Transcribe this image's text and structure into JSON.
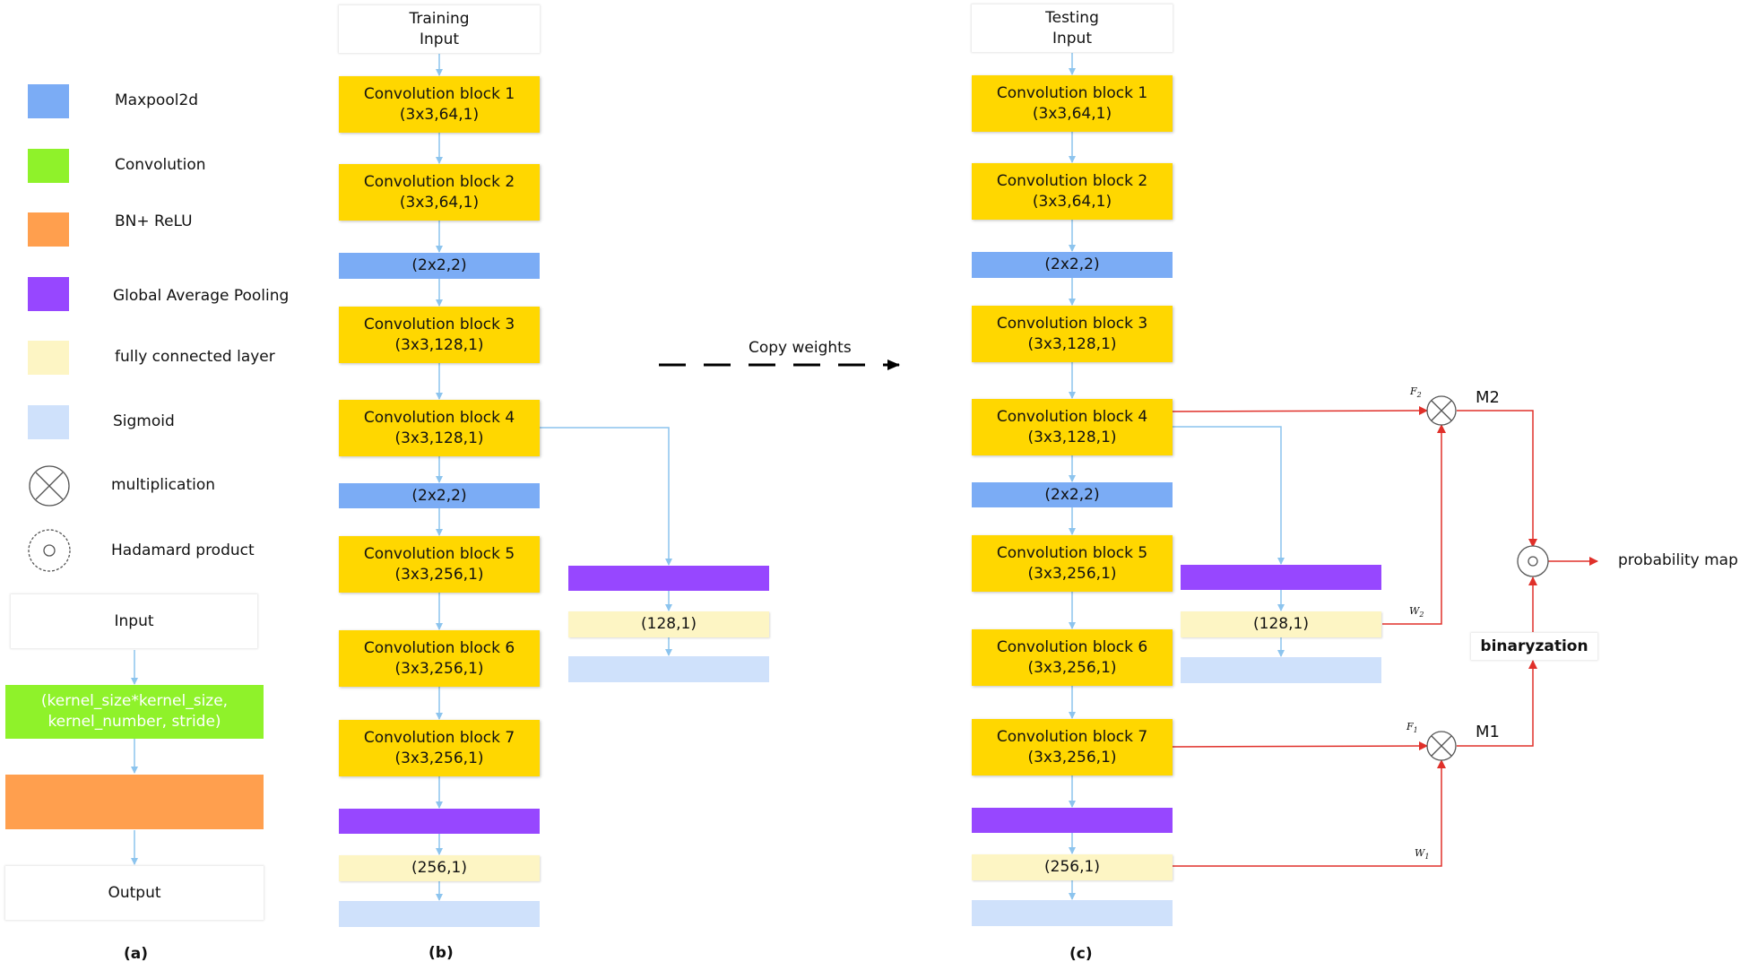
{
  "legend": {
    "items": [
      {
        "label": "Maxpool2d",
        "color": "#7bacf5"
      },
      {
        "label": "Convolution",
        "color": "#8ff22a"
      },
      {
        "label": "BN+ ReLU",
        "color": "#ff9f4e"
      },
      {
        "label": "Global Average Pooling",
        "color": "#9747ff"
      },
      {
        "label": "fully connected layer",
        "color": "#fdf5c4"
      },
      {
        "label": "Sigmoid",
        "color": "#cfe1fb"
      },
      {
        "label": "multiplication",
        "icon": "multiplication-icon"
      },
      {
        "label": "Hadamard product",
        "icon": "hadamard-product-icon"
      }
    ],
    "input_label": "Input",
    "conv_label": "(kernel_size*kernel_size,\nkernel_number, stride)",
    "output_label": "Output"
  },
  "panels": {
    "a": "(a)",
    "b": "(b)",
    "c": "(c)"
  },
  "training": {
    "input": "Training\nInput",
    "conv1": "Convolution block 1\n(3x3,64,1)",
    "conv2": "Convolution block 2\n(3x3,64,1)",
    "pool1": "(2x2,2)",
    "conv3": "Convolution  block 3\n(3x3,128,1)",
    "conv4": "Convolution block 4\n(3x3,128,1)",
    "pool2": "(2x2,2)",
    "conv5": "Convolution  block 5\n(3x3,256,1)",
    "conv6": "Convolution block 6\n(3x3,256,1)",
    "conv7": "Convolution  block 7\n(3x3,256,1)",
    "fc": "(256,1)",
    "branch_fc": "(128,1)"
  },
  "testing": {
    "input": "Testing\nInput",
    "conv1": "Convolution block 1\n(3x3,64,1)",
    "conv2": "Convolution block 2\n(3x3,64,1)",
    "pool1": "(2x2,2)",
    "conv3": "Convolution  block 3\n(3x3,128,1)",
    "conv4": "Convolution block 4\n(3x3,128,1)",
    "pool2": "(2x2,2)",
    "conv5": "Convolution  block 5\n(3x3,256,1)",
    "conv6": "Convolution block 6\n(3x3,256,1)",
    "conv7": "Convolution  block 7\n(3x3,256,1)",
    "fc": "(256,1)",
    "branch_fc": "(128,1)"
  },
  "copy_weights": "Copy weights",
  "ops": {
    "m2": "M2",
    "m1": "M1",
    "binaryzation": "binaryzation",
    "probability_map": "probability map",
    "f2": "F",
    "f2_sub": "2",
    "w2": "W",
    "w2_sub": "2",
    "f1": "F",
    "f1_sub": "1",
    "w1": "W",
    "w1_sub": "1"
  },
  "colors": {
    "flow_arrow": "#8cc4ee",
    "fusion_arrow": "#e0302a",
    "copy_arrow": "#000000"
  }
}
